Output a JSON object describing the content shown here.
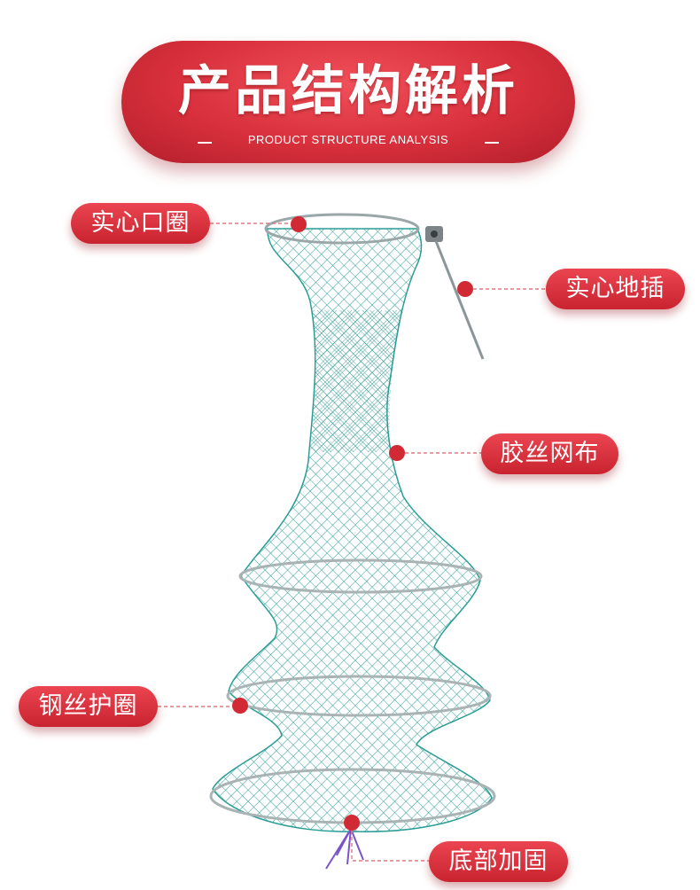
{
  "header": {
    "title": "产品结构解析",
    "subtitle": "PRODUCT STRUCTURE ANALYSIS"
  },
  "labels": {
    "solid_ring": "实心口圈",
    "ground_stake": "实心地插",
    "mesh_fabric": "胶丝网布",
    "steel_ring": "钢丝护圈",
    "bottom_reinforce": "底部加固"
  },
  "colors": {
    "accent_red": "#d8303c",
    "net_teal": "#2a9d96",
    "leader_line": "#e07a80"
  }
}
